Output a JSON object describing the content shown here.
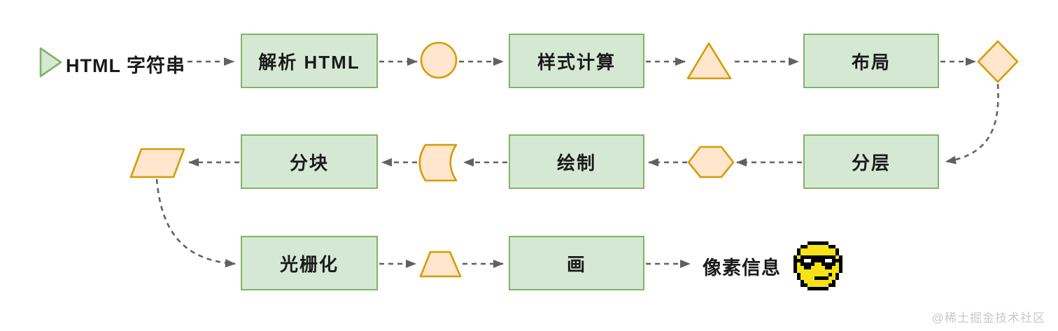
{
  "nodes": {
    "start": "HTML 字符串",
    "parse": "解析 HTML",
    "style": "样式计算",
    "layout": "布局",
    "layer": "分层",
    "paint": "绘制",
    "tile": "分块",
    "raster": "光栅化",
    "draw": "画",
    "output": "像素信息"
  },
  "flow": [
    {
      "from": "HTML 字符串",
      "to": "解析 HTML",
      "via": null
    },
    {
      "from": "解析 HTML",
      "to": "样式计算",
      "via": "circle"
    },
    {
      "from": "样式计算",
      "to": "布局",
      "via": "triangle"
    },
    {
      "from": "布局",
      "to": "分层",
      "via": "diamond"
    },
    {
      "from": "分层",
      "to": "绘制",
      "via": "hexagon"
    },
    {
      "from": "绘制",
      "to": "分块",
      "via": "stored-data"
    },
    {
      "from": "分块",
      "to": "光栅化",
      "via": "parallelogram"
    },
    {
      "from": "光栅化",
      "to": "画",
      "via": "trapezoid"
    },
    {
      "from": "画",
      "to": "像素信息",
      "via": null
    }
  ],
  "icons": {
    "start_marker": "play-triangle-icon",
    "end_marker": "sunglasses-smiley-icon",
    "between_shapes": [
      "circle",
      "triangle",
      "diamond",
      "hexagon",
      "stored-data",
      "parallelogram",
      "trapezoid"
    ]
  },
  "colors": {
    "box_fill": "#d5e8d4",
    "box_border": "#82b366",
    "shape_fill": "#ffe6cc",
    "shape_border": "#d79b00",
    "connector": "#616161",
    "text": "#1a1a1a",
    "watermark": "#c9c9c9",
    "smiley_yellow": "#f5e318"
  },
  "watermark": "@稀土掘金技术社区"
}
